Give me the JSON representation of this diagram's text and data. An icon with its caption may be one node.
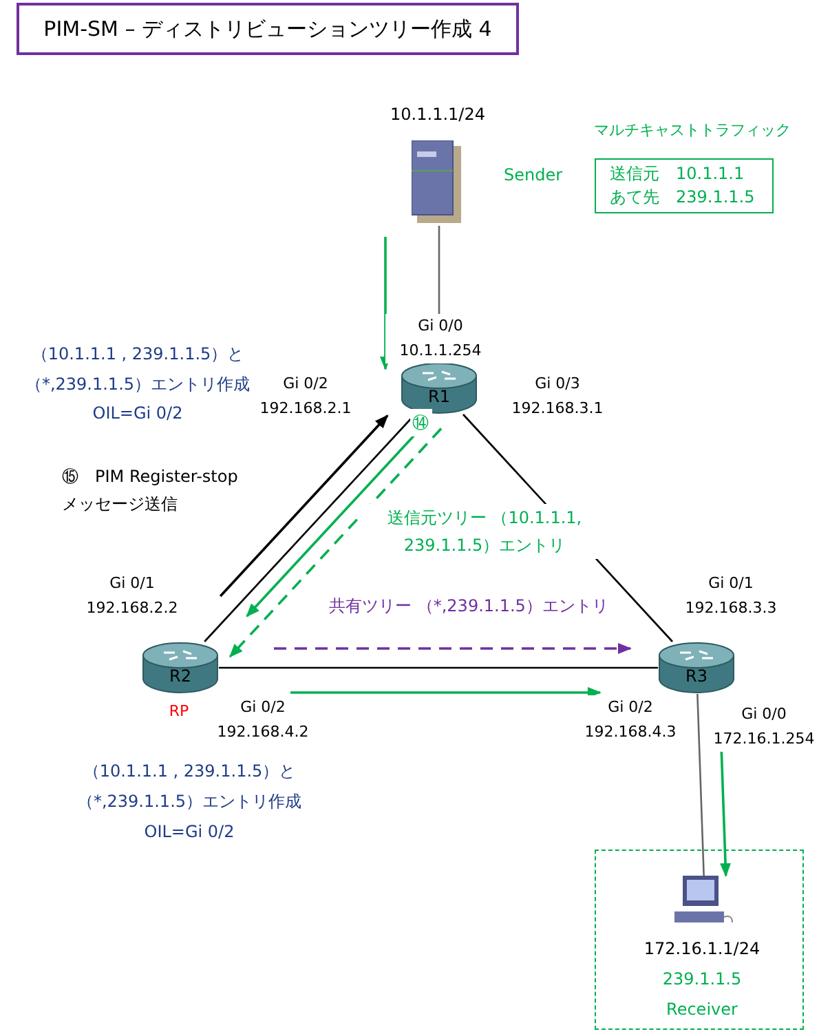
{
  "diagram": {
    "title": "PIM-SM – ディストリビューションツリー作成 4",
    "nodes": [
      {
        "text": [
          "10.1.1.1/24",
          "Sender"
        ]
      },
      {
        "text": [
          "R1"
        ],
        "beside": [
          "Gi 0/0 10.1.1.254",
          "Gi 0/2 192.168.2.1",
          "Gi 0/3 192.168.3.1"
        ]
      },
      {
        "text": [
          "R2"
        ],
        "beside": [
          "Gi 0/1 192.168.2.2",
          "RP",
          "Gi 0/2 192.168.4.2"
        ]
      },
      {
        "text": [
          "R3"
        ],
        "beside": [
          "Gi 0/1 192.168.3.3",
          "Gi 0/2 192.168.4.3",
          "Gi 0/0 172.16.1.254"
        ]
      },
      {
        "text": [],
        "shape": "box"
      },
      {
        "text": [
          "172.16.1.1/24",
          "239.1.1.5",
          "Receiver"
        ],
        "in": 4
      },
      {
        "text": [
          "マルチキャストトラフィック",
          "送信元　10.1.1.1 あて先　239.1.1.5"
        ]
      }
    ],
    "edges": [
      {
        "from": 0,
        "to": 1,
        "arrow": "none",
        "color": "#666666"
      },
      {
        "from": 1,
        "to": 2,
        "arrow": "none",
        "color": "#000000"
      },
      {
        "from": 1,
        "to": 3,
        "arrow": "none",
        "color": "#000000"
      },
      {
        "from": 2,
        "to": 3,
        "arrow": "none",
        "color": "#000000"
      },
      {
        "from": 3,
        "to": 5,
        "arrow": "none",
        "color": "#666666"
      },
      {
        "from": null,
        "to": 1,
        "arrow": "to",
        "color": "#00b050"
      },
      {
        "from": 1,
        "to": 2,
        "arrow": "to",
        "color": "#00b050",
        "label": "⑭"
      },
      {
        "from": 1,
        "to": 2,
        "arrow": "to",
        "style": "dashed",
        "color": "#00b050",
        "label": "送信元ツリー （10.1.1.1, 239.1.1.5）エントリ"
      },
      {
        "from": 2,
        "to": 1,
        "arrow": "to",
        "color": "#000000",
        "label": "⑮　PIM Register-stop メッセージ送信"
      },
      {
        "from": 2,
        "to": 3,
        "arrow": "to",
        "style": "dashed",
        "color": "#7030a0",
        "label": "共有ツリー （*,239.1.1.5）エントリ"
      },
      {
        "from": 2,
        "to": 3,
        "arrow": "to",
        "color": "#00b050"
      },
      {
        "from": 3,
        "to": 5,
        "arrow": "to",
        "color": "#00b050"
      }
    ],
    "labels": [
      "（10.1.1.1 , 239.1.1.5）と",
      "（*,239.1.1.5）エントリ作成",
      "OIL=Gi 0/2",
      "（10.1.1.1 , 239.1.1.5）と",
      "（*,239.1.1.5）エントリ作成",
      "OIL=Gi 0/2"
    ]
  }
}
